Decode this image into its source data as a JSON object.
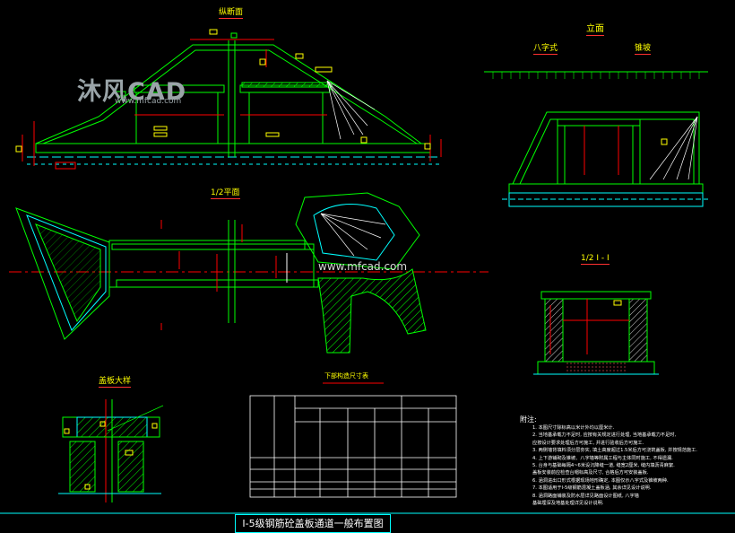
{
  "watermark": {
    "brand": "沐风CAD",
    "brand_url": "www.mfcad.com",
    "center_url": "www.mfcad.com"
  },
  "views": {
    "longitudinal_section": "纵断面",
    "elevation": "立面",
    "elevation_left": "八字式",
    "elevation_right": "锥坡",
    "half_plan": "1/2平面",
    "half_section": "1/2 I - I",
    "cap_detail": "盖板大样",
    "table_title": "下部构造尺寸表"
  },
  "notes": {
    "heading": "附注:",
    "items": [
      "1. 本图尺寸除标高以米计外均以厘米计.",
      "2. 当地基承载力不足时, 应按有关规定进行处理, 当地基承载力不足时,",
      "   应按设计要求处理后方可施工, 并进行验收后方可施工.",
      "3. 两侧墙背填料须分层夯实, 填土高度超过1.5米后方可浇筑盖板, 并按规范施工.",
      "4. 上下游铺砌及锥坡、八字墙等附属工程与主体同时施工, 不得遗漏.",
      "5. 台身与基础每隔4~6米设沉降缝一道, 缝宽2厘米, 缝内填沥青麻絮.",
      "   盖板安装前应检查台帽标高及尺寸, 合格后方可安装盖板.",
      "6. 涵洞进出口形式根据现场地形确定, 本图仅示八字式及锥坡两种.",
      "7. 本图适用于I-5级钢筋混凝土盖板涵, 其余详见设计说明.",
      "8. 涵洞路面铺装及防水层详见路面设计图纸, 八字墙",
      "   基础埋深及地基处理详见设计说明."
    ]
  },
  "drawing_title": "I-5级钢筋砼盖板通道一般布置图",
  "colors": {
    "background": "#000000",
    "green": "#00ff00",
    "cyan": "#00ffff",
    "red": "#ff0000",
    "yellow": "#ffff00",
    "white": "#ffffff"
  }
}
